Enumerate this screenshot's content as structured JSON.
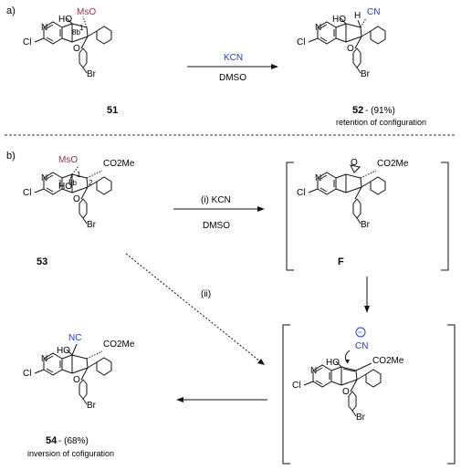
{
  "panel_a": {
    "label": "a)",
    "reactant": {
      "number": "51",
      "mso": "MsO",
      "ho": "HO",
      "n": "N",
      "o": "O",
      "cl": "Cl",
      "br": "Br",
      "pos1": "1",
      "pos8b": "8b"
    },
    "reagent_top": "KCN",
    "reagent_bottom": "DMSO",
    "product": {
      "number": "52",
      "yield": "- (91%)",
      "h": "H",
      "cn": "CN",
      "ho": "HO",
      "n": "N",
      "o": "O",
      "cl": "Cl",
      "br": "Br",
      "note": "retention of configuration"
    }
  },
  "panel_b": {
    "label": "b)",
    "reactant": {
      "number": "53",
      "mso": "MsO",
      "ester": "CO2Me",
      "ho": "HO",
      "n": "N",
      "o": "O",
      "cl": "Cl",
      "br": "Br",
      "pos1": "1",
      "pos2": "2",
      "pos8b": "8b"
    },
    "step_i_top": "(i) KCN",
    "step_i_bottom": "DMSO",
    "step_ii": "(ii)",
    "intermediate_f": {
      "label": "F",
      "ester": "CO2Me",
      "n": "N",
      "o": "O",
      "cl": "Cl",
      "br": "Br"
    },
    "intermediate_2": {
      "cyanide": "CN",
      "charge": "−",
      "ester": "CO2Me",
      "ho": "HO",
      "n": "N",
      "o": "O",
      "cl": "Cl",
      "br": "Br"
    },
    "product": {
      "number": "54",
      "yield": "- (68%)",
      "nc": "NC",
      "ester": "CO2Me",
      "ho": "HO",
      "n": "N",
      "o": "O",
      "cl": "Cl",
      "br": "Br",
      "note": "inversion of cofiguration"
    }
  },
  "colors": {
    "mso": "#9b2a5a",
    "cyanide": "#1f3fbf",
    "ink": "#111111"
  }
}
